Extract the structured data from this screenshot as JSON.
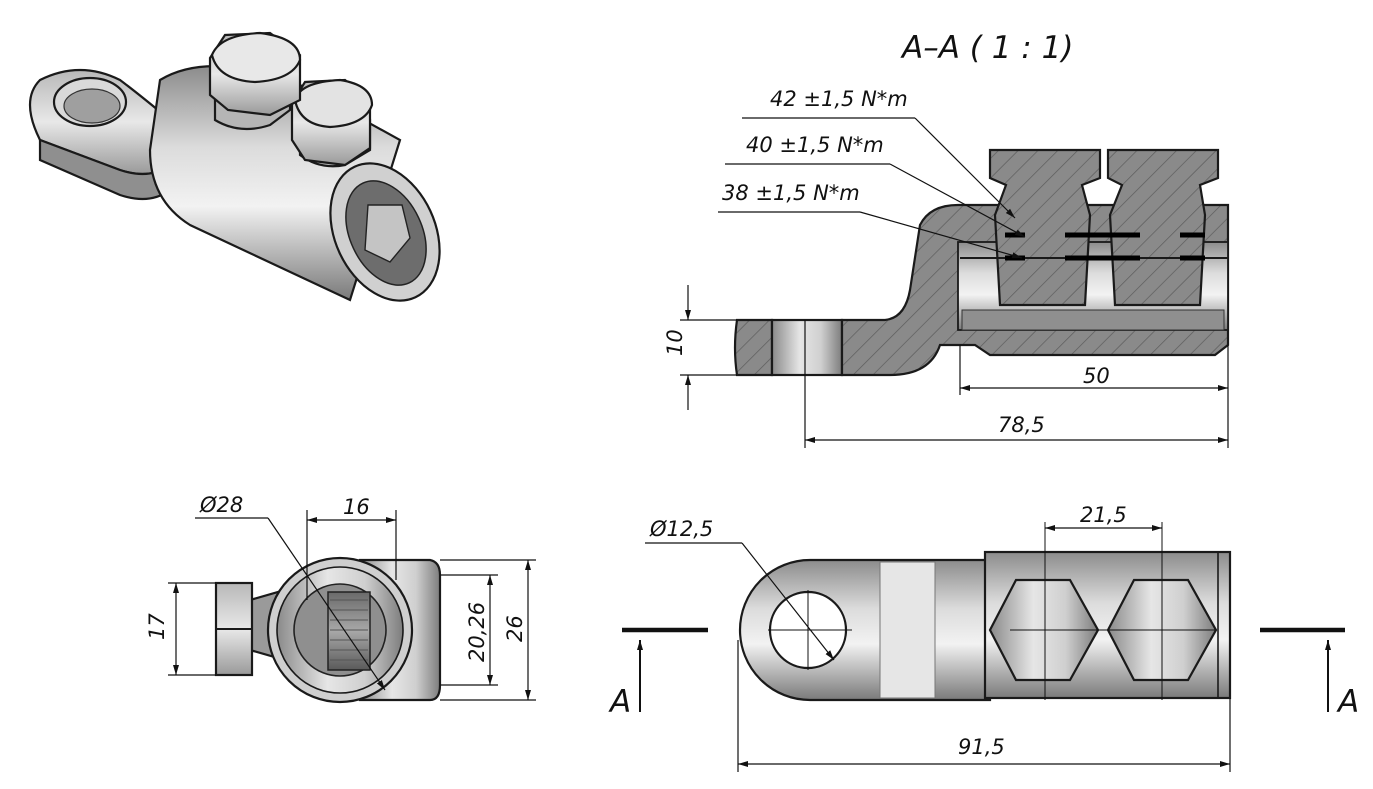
{
  "section_title": "A–A ( 1 : 1)",
  "torques": [
    "42 ±1,5 N*m",
    "40 ±1,5 N*m",
    "38 ±1,5 N*m"
  ],
  "dims": {
    "section_height": "10",
    "section_barrel_length": "50",
    "section_total_length": "78,5",
    "end_diameter": "Ø28",
    "end_width": "16",
    "end_bolt_height": "17",
    "end_bore": "20,26",
    "end_height": "26",
    "eye_diameter": "Ø12,5",
    "bolt_spacing": "21,5",
    "overall_length": "91,5"
  },
  "section_marks": [
    "A",
    "A"
  ]
}
